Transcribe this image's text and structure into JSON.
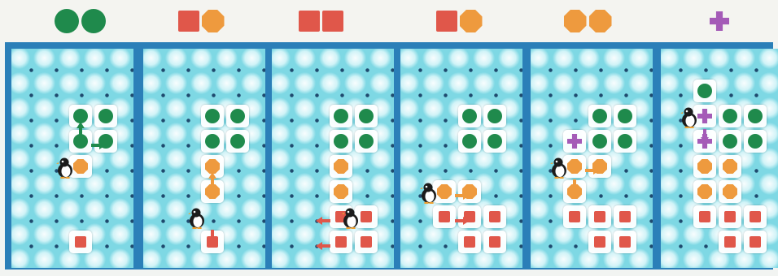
{
  "colors": {
    "green": "#1f8a4c",
    "red": "#e0574a",
    "orange": "#ee9a3e",
    "purple": "#a45bb7",
    "frame": "#2b7fb8",
    "ice": "#7ed8e4"
  },
  "header": [
    {
      "shapes": [
        "green-circle",
        "green-circle"
      ]
    },
    {
      "shapes": [
        "red-square",
        "orange-octagon"
      ]
    },
    {
      "shapes": [
        "red-square",
        "red-square"
      ]
    },
    {
      "shapes": [
        "red-square",
        "orange-octagon"
      ]
    },
    {
      "shapes": [
        "orange-octagon",
        "orange-octagon"
      ]
    },
    {
      "shapes": [
        "purple-cross"
      ]
    }
  ],
  "panels": [
    {
      "pieces": [
        {
          "c": 2,
          "r": 2,
          "t": "green-circle"
        },
        {
          "c": 3,
          "r": 2,
          "t": "green-circle"
        },
        {
          "c": 2,
          "r": 3,
          "t": "green-circle"
        },
        {
          "c": 3,
          "r": 3,
          "t": "green-circle"
        },
        {
          "c": 2,
          "r": 4,
          "t": "orange-octagon"
        },
        {
          "c": 2,
          "r": 7,
          "t": "red-square"
        }
      ],
      "penguin": {
        "c": 1,
        "r": 4
      },
      "arrows": [
        {
          "c": 2,
          "r": 3,
          "dir": "up",
          "color": "green"
        },
        {
          "c": 2,
          "r": 3,
          "dir": "right",
          "color": "green"
        }
      ]
    },
    {
      "pieces": [
        {
          "c": 2,
          "r": 2,
          "t": "green-circle"
        },
        {
          "c": 3,
          "r": 2,
          "t": "green-circle"
        },
        {
          "c": 2,
          "r": 3,
          "t": "green-circle"
        },
        {
          "c": 3,
          "r": 3,
          "t": "green-circle"
        },
        {
          "c": 2,
          "r": 4,
          "t": "orange-octagon"
        },
        {
          "c": 2,
          "r": 5,
          "t": "orange-octagon"
        },
        {
          "c": 2,
          "r": 7,
          "t": "red-square"
        }
      ],
      "penguin": {
        "c": 1,
        "r": 6
      },
      "arrows": [
        {
          "c": 2,
          "r": 5,
          "dir": "up",
          "color": "orange"
        },
        {
          "c": 2,
          "r": 6,
          "dir": "down",
          "color": "red"
        }
      ]
    },
    {
      "pieces": [
        {
          "c": 2,
          "r": 2,
          "t": "green-circle"
        },
        {
          "c": 3,
          "r": 2,
          "t": "green-circle"
        },
        {
          "c": 2,
          "r": 3,
          "t": "green-circle"
        },
        {
          "c": 3,
          "r": 3,
          "t": "green-circle"
        },
        {
          "c": 2,
          "r": 4,
          "t": "orange-octagon"
        },
        {
          "c": 2,
          "r": 5,
          "t": "orange-octagon"
        },
        {
          "c": 2,
          "r": 6,
          "t": "red-square"
        },
        {
          "c": 3,
          "r": 6,
          "t": "red-square"
        },
        {
          "c": 2,
          "r": 7,
          "t": "red-square"
        },
        {
          "c": 3,
          "r": 7,
          "t": "red-square"
        }
      ],
      "penguin": {
        "c": 2,
        "r": 6
      },
      "arrows": [
        {
          "c": 2,
          "r": 6,
          "dir": "left",
          "color": "red"
        },
        {
          "c": 2,
          "r": 7,
          "dir": "left",
          "color": "red"
        }
      ]
    },
    {
      "pieces": [
        {
          "c": 2,
          "r": 2,
          "t": "green-circle"
        },
        {
          "c": 3,
          "r": 2,
          "t": "green-circle"
        },
        {
          "c": 2,
          "r": 3,
          "t": "green-circle"
        },
        {
          "c": 3,
          "r": 3,
          "t": "green-circle"
        },
        {
          "c": 1,
          "r": 5,
          "t": "orange-octagon"
        },
        {
          "c": 2,
          "r": 5,
          "t": "orange-octagon"
        },
        {
          "c": 1,
          "r": 6,
          "t": "red-square"
        },
        {
          "c": 2,
          "r": 6,
          "t": "red-square"
        },
        {
          "c": 3,
          "r": 6,
          "t": "red-square"
        },
        {
          "c": 2,
          "r": 7,
          "t": "red-square"
        },
        {
          "c": 3,
          "r": 7,
          "t": "red-square"
        }
      ],
      "penguin": {
        "c": 0,
        "r": 5
      },
      "arrows": [
        {
          "c": 1,
          "r": 5,
          "dir": "right",
          "color": "orange"
        },
        {
          "c": 1,
          "r": 6,
          "dir": "right",
          "color": "red"
        }
      ]
    },
    {
      "pieces": [
        {
          "c": 2,
          "r": 2,
          "t": "green-circle"
        },
        {
          "c": 3,
          "r": 2,
          "t": "green-circle"
        },
        {
          "c": 1,
          "r": 3,
          "t": "purple-cross"
        },
        {
          "c": 2,
          "r": 3,
          "t": "green-circle"
        },
        {
          "c": 3,
          "r": 3,
          "t": "green-circle"
        },
        {
          "c": 1,
          "r": 4,
          "t": "orange-octagon"
        },
        {
          "c": 2,
          "r": 4,
          "t": "orange-octagon"
        },
        {
          "c": 1,
          "r": 5,
          "t": "orange-octagon"
        },
        {
          "c": 1,
          "r": 6,
          "t": "red-square"
        },
        {
          "c": 2,
          "r": 6,
          "t": "red-square"
        },
        {
          "c": 3,
          "r": 6,
          "t": "red-square"
        },
        {
          "c": 2,
          "r": 7,
          "t": "red-square"
        },
        {
          "c": 3,
          "r": 7,
          "t": "red-square"
        }
      ],
      "penguin": {
        "c": 0,
        "r": 4
      },
      "arrows": [
        {
          "c": 1,
          "r": 4,
          "dir": "right",
          "color": "orange"
        },
        {
          "c": 1,
          "r": 4,
          "dir": "down",
          "color": "orange"
        }
      ]
    },
    {
      "pieces": [
        {
          "c": 1,
          "r": 1,
          "t": "green-circle"
        },
        {
          "c": 1,
          "r": 2,
          "t": "purple-cross"
        },
        {
          "c": 2,
          "r": 2,
          "t": "green-circle"
        },
        {
          "c": 3,
          "r": 2,
          "t": "green-circle"
        },
        {
          "c": 1,
          "r": 3,
          "t": "purple-cross"
        },
        {
          "c": 2,
          "r": 3,
          "t": "green-circle"
        },
        {
          "c": 3,
          "r": 3,
          "t": "green-circle"
        },
        {
          "c": 1,
          "r": 4,
          "t": "orange-octagon"
        },
        {
          "c": 2,
          "r": 4,
          "t": "orange-octagon"
        },
        {
          "c": 1,
          "r": 5,
          "t": "orange-octagon"
        },
        {
          "c": 2,
          "r": 5,
          "t": "orange-octagon"
        },
        {
          "c": 1,
          "r": 6,
          "t": "red-square"
        },
        {
          "c": 2,
          "r": 6,
          "t": "red-square"
        },
        {
          "c": 3,
          "r": 6,
          "t": "red-square"
        },
        {
          "c": 2,
          "r": 7,
          "t": "red-square"
        },
        {
          "c": 3,
          "r": 7,
          "t": "red-square"
        }
      ],
      "penguin": {
        "c": 0,
        "r": 2
      },
      "arrows": [
        {
          "c": 1,
          "r": 2,
          "dir": "down",
          "color": "purple"
        }
      ]
    }
  ]
}
